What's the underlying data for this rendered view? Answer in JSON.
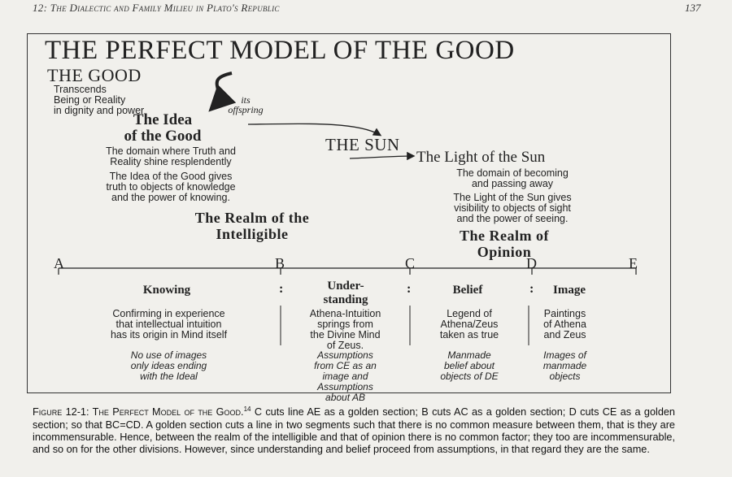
{
  "header": {
    "running_title": "12: The Dialectic and Family Milieu in Plato's Republic",
    "page_number": "137"
  },
  "figure": {
    "title": "THE PERFECT MODEL OF THE GOOD",
    "the_good": {
      "heading": "THE GOOD",
      "lines": [
        "Transcends",
        "Being or Reality",
        "in dignity and power"
      ],
      "offspring_label": [
        "its",
        "offspring"
      ]
    },
    "idea_of_good": {
      "heading_lines": [
        "The Idea",
        "of the Good"
      ],
      "domain_lines": [
        "The domain where Truth and",
        "Reality shine resplendently"
      ],
      "gives_lines": [
        "The Idea of the Good gives",
        "truth to objects of knowledge",
        "and the power of knowing."
      ]
    },
    "sun": {
      "heading": "THE SUN",
      "light_heading": "The Light of the Sun",
      "domain_lines": [
        "The domain of becoming",
        "and passing away"
      ],
      "gives_lines": [
        "The Light of the Sun gives",
        "visibility to objects of sight",
        "and the power of seeing."
      ]
    },
    "realms": {
      "intelligible_lines": [
        "The Realm of the",
        "Intelligible"
      ],
      "opinion_lines": [
        "The Realm of",
        "Opinion"
      ]
    },
    "line_points": [
      "A",
      "B",
      "C",
      "D",
      "E"
    ],
    "divisions": [
      {
        "label_lines": [
          "Knowing"
        ],
        "desc_lines": [
          "Confirming in experience",
          "that intellectual intuition",
          "has its origin in Mind itself"
        ],
        "note_lines": [
          "No use of images",
          "only ideas ending",
          "with the Ideal"
        ]
      },
      {
        "label_lines": [
          "Under-",
          "standing"
        ],
        "desc_lines": [
          "Athena-Intuition",
          "springs from",
          "the Divine Mind",
          "of Zeus."
        ],
        "note_lines": [
          "Assumptions",
          "from CE as an",
          "image and",
          "Assumptions",
          "about AB"
        ]
      },
      {
        "label_lines": [
          "Belief"
        ],
        "desc_lines": [
          "Legend of",
          "Athena/Zeus",
          "taken as true"
        ],
        "note_lines": [
          "Manmade",
          "belief about",
          "objects of DE"
        ]
      },
      {
        "label_lines": [
          "Image"
        ],
        "desc_lines": [
          "Paintings",
          "of Athena",
          "and Zeus"
        ],
        "note_lines": [
          "Images of",
          "manmade",
          "objects"
        ]
      }
    ],
    "separator": ":"
  },
  "caption": {
    "label": "Figure 12-1: The Perfect Model of the Good.",
    "footnote": "14",
    "text": " C cuts line AE as a golden section; B cuts AC as a golden section; D cuts CE as a golden section; so that BC=CD. A golden section cuts a line in two segments such that there is no common measure between them, that is they are incommensurable. Hence, between the realm of the intelligible and that of opinion there is no common factor; they too are incommensurable, and so on for the other divisions. However, since understanding and belief proceed from assumptions, in that regard they are the same."
  }
}
